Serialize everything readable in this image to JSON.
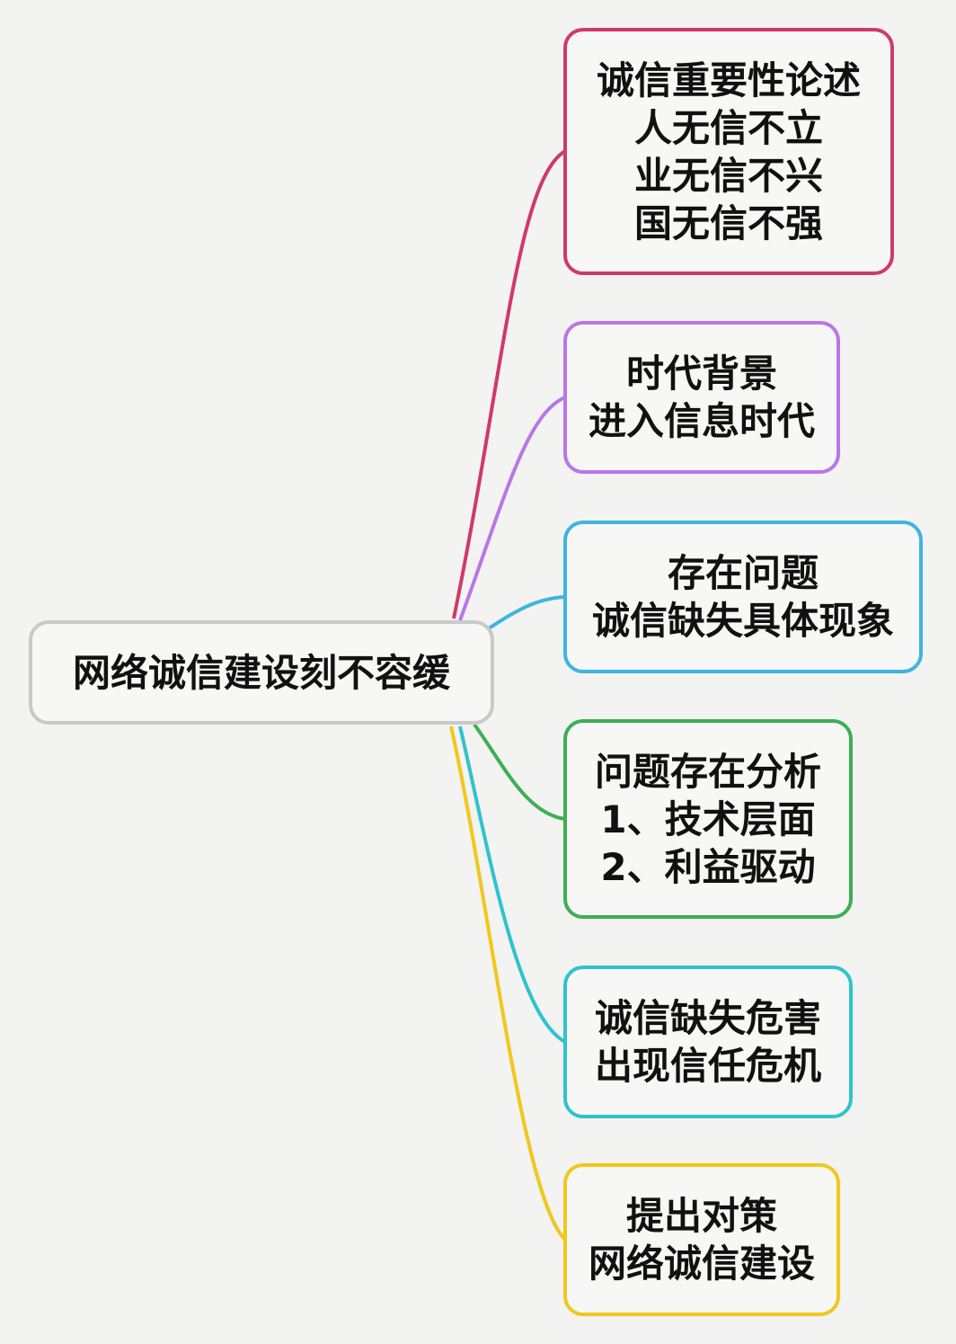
{
  "root": {
    "label": "网络诚信建设刻不容缓"
  },
  "branches": [
    {
      "lines": [
        "诚信重要性论述",
        "人无信不立",
        "业无信不兴",
        "国无信不强"
      ],
      "color": "#cf3a68"
    },
    {
      "lines": [
        "时代背景",
        "进入信息时代"
      ],
      "color": "#b977e6"
    },
    {
      "lines": [
        "存在问题",
        "诚信缺失具体现象"
      ],
      "color": "#3fb4df"
    },
    {
      "lines": [
        "问题存在分析",
        "1、技术层面",
        "2、利益驱动"
      ],
      "color": "#3fae55"
    },
    {
      "lines": [
        "诚信缺失危害",
        "出现信任危机"
      ],
      "color": "#2fc3cd"
    },
    {
      "lines": [
        "提出对策",
        "网络诚信建设"
      ],
      "color": "#f0c81e"
    }
  ]
}
